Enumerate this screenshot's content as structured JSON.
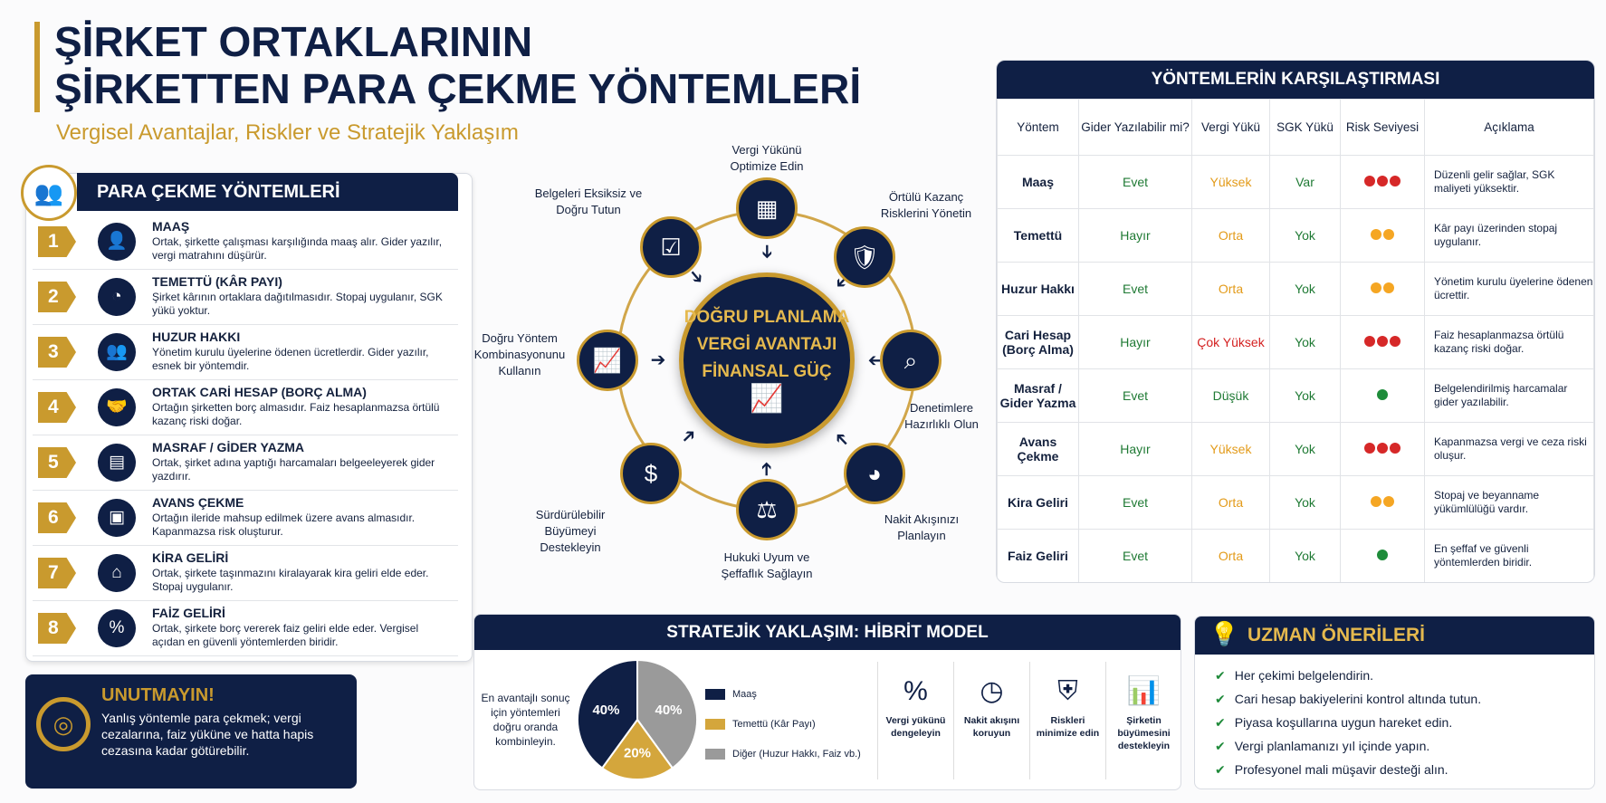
{
  "header": {
    "title_line1": "ŞİRKET ORTAKLARININ",
    "title_line2": "ŞİRKETTEN PARA ÇEKME YÖNTEMLERİ",
    "subtitle": "Vergisel Avantajlar, Riskler ve Stratejik Yaklaşım"
  },
  "methods": {
    "title": "PARA ÇEKME YÖNTEMLERİ",
    "icon": "people-group-icon",
    "items": [
      {
        "num": "1",
        "title": "MAAŞ",
        "desc": "Ortak, şirkette çalışması karşılığında maaş alır. Gider yazılır, vergi matrahını düşürür.",
        "icon": "person-money-icon",
        "glyph": "👤"
      },
      {
        "num": "2",
        "title": "TEMETTÜ (KÂR PAYI)",
        "desc": "Şirket kârının ortaklara dağıtılmasıdır. Stopaj uygulanır, SGK yükü yoktur.",
        "icon": "pie-chart-icon",
        "glyph": "◔"
      },
      {
        "num": "3",
        "title": "HUZUR HAKKI",
        "desc": "Yönetim kurulu üyelerine ödenen ücretlerdir. Gider yazılır, esnek bir yöntemdir.",
        "icon": "team-icon",
        "glyph": "👥"
      },
      {
        "num": "4",
        "title": "ORTAK CARİ HESAP (BORÇ ALMA)",
        "desc": "Ortağın şirketten borç almasıdır. Faiz hesaplanmazsa örtülü kazanç riski doğar.",
        "icon": "handshake-icon",
        "glyph": "🤝"
      },
      {
        "num": "5",
        "title": "MASRAF / GİDER YAZMA",
        "desc": "Ortak, şirket adına yaptığı harcamaları belgeeleyerek gider yazdırır.",
        "icon": "document-icon",
        "glyph": "▤"
      },
      {
        "num": "6",
        "title": "AVANS ÇEKME",
        "desc": "Ortağın ileride mahsup edilmek üzere avans almasıdır. Kapanmazsa risk oluşturur.",
        "icon": "wallet-icon",
        "glyph": "▣"
      },
      {
        "num": "7",
        "title": "KİRA GELİRİ",
        "desc": "Ortak, şirkete taşınmazını kiralayarak kira geliri elde eder. Stopaj uygulanır.",
        "icon": "house-icon",
        "glyph": "⌂"
      },
      {
        "num": "8",
        "title": "FAİZ GELİRİ",
        "desc": "Ortak, şirkete borç vererek faiz geliri elde eder. Vergisel açıdan en güvenli yöntemlerden biridir.",
        "icon": "percent-icon",
        "glyph": "%"
      }
    ]
  },
  "reminder": {
    "title": "UNUTMAYIN!",
    "text": "Yanlış yöntemle para çekmek; vergi cezalarına, faiz yüküne ve hatta hapis cezasına kadar götürebilir.",
    "icon": "target-icon"
  },
  "cycle": {
    "center": [
      "DOĞRU PLANLAMA",
      "VERGİ AVANTAJI",
      "FİNANSAL GÜÇ"
    ],
    "nodes": [
      {
        "label": "Vergi Yükünü Optimize Edin",
        "icon": "calculator-icon",
        "glyph": "▦"
      },
      {
        "label": "Örtülü Kazanç Risklerini Yönetin",
        "icon": "shield-check-icon",
        "glyph": "🛡"
      },
      {
        "label": "Denetimlere Hazırlıklı Olun",
        "icon": "magnifier-icon",
        "glyph": "⌕"
      },
      {
        "label": "Nakit Akışınızı Planlayın",
        "icon": "pie-chart-icon",
        "glyph": "◕"
      },
      {
        "label": "Hukuki Uyum ve Şeffaflık Sağlayın",
        "icon": "scales-icon",
        "glyph": "⚖"
      },
      {
        "label": "Sürdürülebilir Büyümeyi Destekleyin",
        "icon": "hand-coin-icon",
        "glyph": "$"
      },
      {
        "label": "Doğru Yöntem Kombinasyonunu Kullanın",
        "icon": "growth-chart-icon",
        "glyph": "📈"
      },
      {
        "label": "Belgeleri Eksiksiz ve Doğru Tutun",
        "icon": "checklist-icon",
        "glyph": "☑"
      }
    ]
  },
  "comparison": {
    "title": "YÖNTEMLERİN KARŞILAŞTIRMASI",
    "columns": [
      "Yöntem",
      "Gider Yazılabilir mi?",
      "Vergi Yükü",
      "SGK Yükü",
      "Risk Seviyesi",
      "Açıklama"
    ],
    "colors": {
      "green": "#1f7a34",
      "orange": "#e39b1a",
      "red": "#d42020",
      "risk_high": "#d62828",
      "risk_mid": "#f5a623",
      "risk_low": "#1e8c3a"
    },
    "rows": [
      {
        "method": "Maaş",
        "expense": "Evet",
        "tax": "Yüksek",
        "tax_color": "orange",
        "sgk": "Var",
        "risk": 3,
        "desc": "Düzenli gelir sağlar, SGK maliyeti yüksektir."
      },
      {
        "method": "Temettü",
        "expense": "Hayır",
        "tax": "Orta",
        "tax_color": "orange",
        "sgk": "Yok",
        "risk": 2,
        "desc": "Kâr payı üzerinden stopaj uygulanır."
      },
      {
        "method": "Huzur Hakkı",
        "expense": "Evet",
        "tax": "Orta",
        "tax_color": "orange",
        "sgk": "Yok",
        "risk": 2,
        "desc": "Yönetim kurulu üyelerine ödenen ücrettir."
      },
      {
        "method": "Cari Hesap (Borç Alma)",
        "expense": "Hayır",
        "tax": "Çok Yüksek",
        "tax_color": "red",
        "sgk": "Yok",
        "risk": 3,
        "desc": "Faiz hesaplanmazsa örtülü kazanç riski doğar."
      },
      {
        "method": "Masraf / Gider Yazma",
        "expense": "Evet",
        "tax": "Düşük",
        "tax_color": "green",
        "sgk": "Yok",
        "risk": 1,
        "desc": "Belgelendirilmiş harcamalar gider yazılabilir."
      },
      {
        "method": "Avans Çekme",
        "expense": "Hayır",
        "tax": "Yüksek",
        "tax_color": "orange",
        "sgk": "Yok",
        "risk": 3,
        "desc": "Kapanmazsa vergi ve ceza riski oluşur."
      },
      {
        "method": "Kira Geliri",
        "expense": "Evet",
        "tax": "Orta",
        "tax_color": "orange",
        "sgk": "Yok",
        "risk": 2,
        "desc": "Stopaj ve beyanname yükümlülüğü vardır."
      },
      {
        "method": "Faiz Geliri",
        "expense": "Evet",
        "tax": "Orta",
        "tax_color": "orange",
        "sgk": "Yok",
        "risk": 1,
        "desc": "En şeffaf ve güvenli yöntemlerden biridir."
      }
    ]
  },
  "hybrid": {
    "title": "STRATEJİK YAKLAŞIM: HİBRİT MODEL",
    "note": "En avantajlı sonuç için yöntemleri doğru oranda kombinleyin.",
    "tips": [
      {
        "label": "Vergi yükünü dengeleyin",
        "icon": "percent-cycle-icon",
        "glyph": "%"
      },
      {
        "label": "Nakit akışını koruyun",
        "icon": "clock-icon",
        "glyph": "◷"
      },
      {
        "label": "Riskleri minimize edin",
        "icon": "shield-check-icon",
        "glyph": "⛨"
      },
      {
        "label": "Şirketin büyümesini destekleyin",
        "icon": "growth-chart-icon",
        "glyph": "📊"
      }
    ]
  },
  "chart_data": {
    "type": "pie",
    "slices": [
      {
        "name": "Maaş",
        "value": 40,
        "label": "40%",
        "color": "#0f1f45"
      },
      {
        "name": "Temettü (Kâr Payı)",
        "value": 20,
        "label": "20%",
        "color": "#d4a63c"
      },
      {
        "name": "Diğer (Huzur Hakkı, Faiz vb.)",
        "value": 40,
        "label": "40%",
        "color": "#9a9a9a"
      }
    ],
    "legend": "right"
  },
  "expert": {
    "title": "UZMAN ÖNERİLERİ",
    "icon": "lightbulb-icon",
    "items": [
      "Her çekimi belgelendirin.",
      "Cari hesap bakiyelerini kontrol altında tutun.",
      "Piyasa koşullarına uygun hareket edin.",
      "Vergi planlamanızı yıl içinde yapın.",
      "Profesyonel mali müşavir desteği alın."
    ]
  }
}
